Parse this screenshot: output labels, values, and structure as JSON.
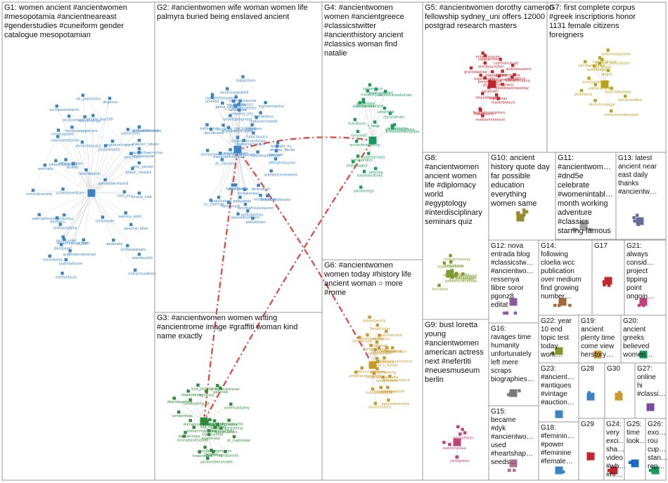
{
  "title": "NodeXL network graph: #ancientwomen",
  "colors": {
    "G1": "#3a84c4",
    "G2": "#3a84c4",
    "G3": "#2c8a3a",
    "G4": "#1a9a5a",
    "G5": "#c0262a",
    "G6": "#c79a2a",
    "G7": "#b8a21a",
    "G8": "#7f9a2a",
    "edge": "#c9c9c9",
    "cross_edge": "#e0433c",
    "border": "#9a9a9a"
  },
  "groups": [
    {
      "id": "G1",
      "lines": [
        "G1: women ancient #ancientwomen",
        "#mesopotamia #ancientneareast",
        "#genderstudies #cuneiform gender",
        "catalogue mesopotamian"
      ]
    },
    {
      "id": "G2",
      "lines": [
        "G2: #ancientwomen wife woman women life",
        "palmyra buried being enslaved ancient"
      ]
    },
    {
      "id": "G3",
      "lines": [
        "G3: #ancientwomen women writing",
        "#ancientrome image #graffiti woman kind",
        "name exactly"
      ]
    },
    {
      "id": "G4",
      "lines": [
        "G4: #ancientwomen",
        "women #ancientgreece",
        "#classicstwitter",
        "#ancienthistory ancient",
        "#classics woman find",
        "natalie"
      ]
    },
    {
      "id": "G5",
      "lines": [
        "G5: #ancientwomen dorothy cameron",
        "fellowship sydney_uni offers 12000",
        "postgrad research masters"
      ]
    },
    {
      "id": "G6",
      "lines": [
        "G6: #ancientwomen",
        "women today #history life",
        "ancient woman ○ more",
        "#rome"
      ]
    },
    {
      "id": "G7",
      "lines": [
        "G7: first complete corpus",
        "#greek inscriptions honor",
        "1131 female citizens",
        "foreigners"
      ]
    },
    {
      "id": "G8",
      "lines": [
        "G8:",
        "#ancientwomen",
        "ancient women",
        "life #diplomacy",
        "world",
        "#egyptology",
        "#interdisciplinary",
        "seminars quiz"
      ]
    },
    {
      "id": "G9",
      "lines": [
        "G9: bust loretta",
        "young",
        "#ancientwomen",
        "american actress",
        "next #nefertiti",
        "#neuesmuseum",
        "berlin"
      ]
    },
    {
      "id": "G10",
      "lines": [
        "G10: ancient",
        "history quote day",
        "far possible",
        "education",
        "everything",
        "women same"
      ]
    },
    {
      "id": "G11",
      "lines": [
        "G11:",
        "#ancientwom…",
        "#dnd5e",
        "celebrate",
        "#womenintabl…",
        "month working",
        "adventure",
        "#classics",
        "starring famous"
      ]
    },
    {
      "id": "G12",
      "lines": [
        "G12: nova",
        "entrada blog",
        "#classicstw…",
        "#ancientwo…",
        "ressenya",
        "llibre soror",
        "pgonz8",
        "editat"
      ]
    },
    {
      "id": "G13",
      "lines": [
        "G13: latest",
        "ancient near",
        "east daily",
        "thanks",
        "#ancientw…"
      ]
    },
    {
      "id": "G14",
      "lines": [
        "G14:",
        "following",
        "cloelia wcc",
        "publication",
        "over medium",
        "find growing",
        "number…"
      ]
    },
    {
      "id": "G15",
      "lines": [
        "G15:",
        "became",
        "#dyk",
        "#ancientwo…",
        "used",
        "#heartshap…",
        "seeds…"
      ]
    },
    {
      "id": "G16",
      "lines": [
        "G16:",
        "ravages time",
        "humanity",
        "unfortunately",
        "left mere",
        "scraps",
        "biographies…"
      ]
    },
    {
      "id": "G17",
      "lines": [
        "G17"
      ]
    },
    {
      "id": "G18",
      "lines": [
        "G18:",
        "#feminin…",
        "#power",
        "#feminine",
        "#female…"
      ]
    },
    {
      "id": "G19",
      "lines": [
        "G19:",
        "ancient",
        "plenty time",
        "come view",
        "herstory…"
      ]
    },
    {
      "id": "G20",
      "lines": [
        "G20:",
        "ancient",
        "greeks",
        "believed",
        "women…"
      ]
    },
    {
      "id": "G21",
      "lines": [
        "G21:",
        "always",
        "consid…",
        "project",
        "tipping",
        "point",
        "ongoin…"
      ]
    },
    {
      "id": "G22",
      "lines": [
        "G22: year",
        "10 end",
        "topic test",
        "today",
        "work…"
      ]
    },
    {
      "id": "G23",
      "lines": [
        "G23:",
        "#ancient…",
        "#antiques",
        "#vintage",
        "#auction…"
      ]
    },
    {
      "id": "G24",
      "lines": [
        "G24:",
        "very",
        "exci…",
        "sha…",
        "video",
        "#wh…",
        "#hi…"
      ]
    },
    {
      "id": "G25",
      "lines": [
        "G25:",
        "time",
        "look…"
      ]
    },
    {
      "id": "G26",
      "lines": [
        "G26:",
        "exo…",
        "rou",
        "cup…",
        "stan…",
        "rep…"
      ]
    },
    {
      "id": "G27",
      "lines": [
        "G27:",
        "online",
        "hi",
        "#classi…"
      ]
    },
    {
      "id": "G28",
      "lines": [
        "G28"
      ]
    },
    {
      "id": "G29",
      "lines": [
        "G29"
      ]
    },
    {
      "id": "G30",
      "lines": [
        "G30"
      ]
    }
  ],
  "nodes": [
    "shana_cole",
    "yitcraf",
    "seanabwings",
    "mattyefaust",
    "johnny_boy199",
    "zacacoeman",
    "jizzopalsaliis",
    "msstooxtra",
    "ldavideshtin",
    "romaneagepetiucs",
    "puerschaemerius",
    "scribespalaets",
    "archaeoglaer",
    "nnnmsgrade",
    "eleanor_robson",
    "jaccotuddet",
    "jagadcorynegrd",
    "pedanele",
    "doliflanu",
    "amy_gansel",
    "vik_publishers",
    "sammy_keilli",
    "amchelis",
    "dcdcutus",
    "anthuisfershantd",
    "divacheneva_mani",
    "archaeoresearch",
    "scherdimeritum",
    "erikkastafahe",
    "beesseer",
    "justinbeliyam",
    "tiffanyapdoon",
    "yale_nelc",
    "yalearchas",
    "colorsandstones",
    "minorsbrarrela",
    "global_classics",
    "ancientdassics",
    "elliezerbsberger",
    "andtheboriestorad",
    "dogenuv",
    "eterebuzilio",
    "peachie_alive",
    "hollyherde",
    "tarll_jrxq",
    "ibcefer",
    "adbrightoviss",
    "millianmadeline",
    "archaeoeanshee",
    "dmeaddsmond",
    "naomig_phy",
    "robertinelfehead",
    "nedrosoaisch",
    "boudicca_1962030210",
    "noah_nosasnee",
    "larahitpengineer",
    "jolsetpers",
    "as_stallinge",
    "dtcorsbieh",
    "beoskar",
    "rachelhhstephens",
    "officalhittaynes",
    "planetdiam",
    "joelaualuri",
    "dgsclassics",
    "annmarhiuseeaumn",
    "anlewelcomeworld",
    "beatricepeistel9",
    "markapoeaier",
    "tinxzatacolosians",
    "romanbritain",
    "loowenaclassics",
    "ingmarmaisha",
    "andrea_denier",
    "lbs_classics",
    "alexkolesomann",
    "romanarcheeolk",
    "gabyjones",
    "dundeeaxy",
    "sosociology",
    "tartahalaq",
    "mdadcasta",
    "kristalaceso",
    "tinxbato_hu",
    "uniesco",
    "haloclassico",
    "40yearaforcraeee",
    "samaahaerentine",
    "tobiasthinn",
    "biasanentarentaur",
    "dc_classica",
    "parco_cartier",
    "donoknows",
    "chrisfesyttees",
    "richardsonsandsoxa",
    "fanlekhedi",
    "aptilupastiey",
    "tgerlillyrocia",
    "handsutling_pt",
    "dr_malinoske",
    "gallonek",
    "vivemcastamy",
    "larymuriage",
    "agnisrex",
    "isoa_pelinstino",
    "anitheinterpreting",
    "eamillarafifeds",
    "asa_sustainers",
    "deeroesophile",
    "crammeta",
    "jyafnnooj",
    "jenniferleegmulson",
    "kresanoutta",
    "tiagandeam",
    "lulunaepsiesisfelo",
    "rogusclassics",
    "ankesanolaraner",
    "corisbarolio",
    "dumanmaleglantyin",
    "biaslow",
    "classicsfloor",
    "lmanroomd",
    "lumbenteas",
    "nearagenomidea",
    "eanbanhaps",
    "mkelalasat",
    "malaeninadibare",
    "paristrobeconnate",
    "kabinirolobari",
    "shalabagers",
    "andoxdamaziazaso",
    "dechaaiimeaue",
    "kasnolaratlaes",
    "ancientnreteeing",
    "ecinarunis",
    "pecelmate",
    "sydney_uni",
    "womenarsodiuman",
    "ecliopamilas",
    "lasbemarau",
    "fuenmarcopa",
    "pasdoology",
    "madeladaas",
    "archaeologicalsa",
    "seisctoa",
    "t_heap",
    "chrisfalfrate",
    "beccitarinka",
    "ronyardil",
    "ureyirohb",
    "ziddehrennaw",
    "drechaaurchen",
    "slepaolangam",
    "meehniestlo",
    "dceteeesooms",
    "fiegreeinscriptions",
    "mohandrolcons",
    "mattoohnemeuri",
    "dleatbearoraeetlay",
    "sassoueh",
    "enteklopooae",
    "maderblokuls",
    "parcefisco",
    "ridelauras",
    "gisiaaocseeaneus",
    "corrdianceuae",
    "monogoruns",
    "hutabreonti",
    "balcieirmaana",
    "graciolaarlaa",
    "valekarcheris",
    "bonesaplayth",
    "aliolauaanaane",
    "ancientharny",
    "tudiruolaleasse",
    "desfaluoue",
    "ottetorsor",
    "ancientifloora",
    "dotmanowiet",
    "fiesarfurlan",
    "colepvealiom",
    "ladofesistica",
    "pedaschio",
    "rezlimamano",
    "dubiedpentio",
    "tenufernhone",
    "lamennaexper",
    "dpelardeforhdid",
    "shana_k_lemon",
    "tavaldeobre",
    "tavatinearin",
    "patrickamelinnatine",
    "erabiamorjealefta",
    "amiphanerenarnie",
    "trovareasaa",
    "balancingnesesra",
    "loreccatseeing",
    "evalegapeyte",
    "dcdroemd",
    "ancient_apocalypse",
    "ada_hinoki",
    "tahimamarkare",
    "loveninoagesoon",
    "karlaerroscos",
    "elopat",
    "bavarnerdbra",
    "bordebetel",
    "leverpondmoon",
    "valeariastne",
    "sisatimenoldaa",
    "oliconhinaqege",
    "sotrestoandeurepot",
    "peovencheckhilaa",
    "vonasagree",
    "labrabletaimi",
    "lorinalberte",
    "kornakoo",
    "nomasseaaquosesi",
    "ceholaticoribne",
    "lolgemoemnoe",
    "vitiseelalesses",
    "mintosrtosimoz",
    "tanbipatea",
    "heggsfirliim",
    "oalohonaisaa"
  ]
}
